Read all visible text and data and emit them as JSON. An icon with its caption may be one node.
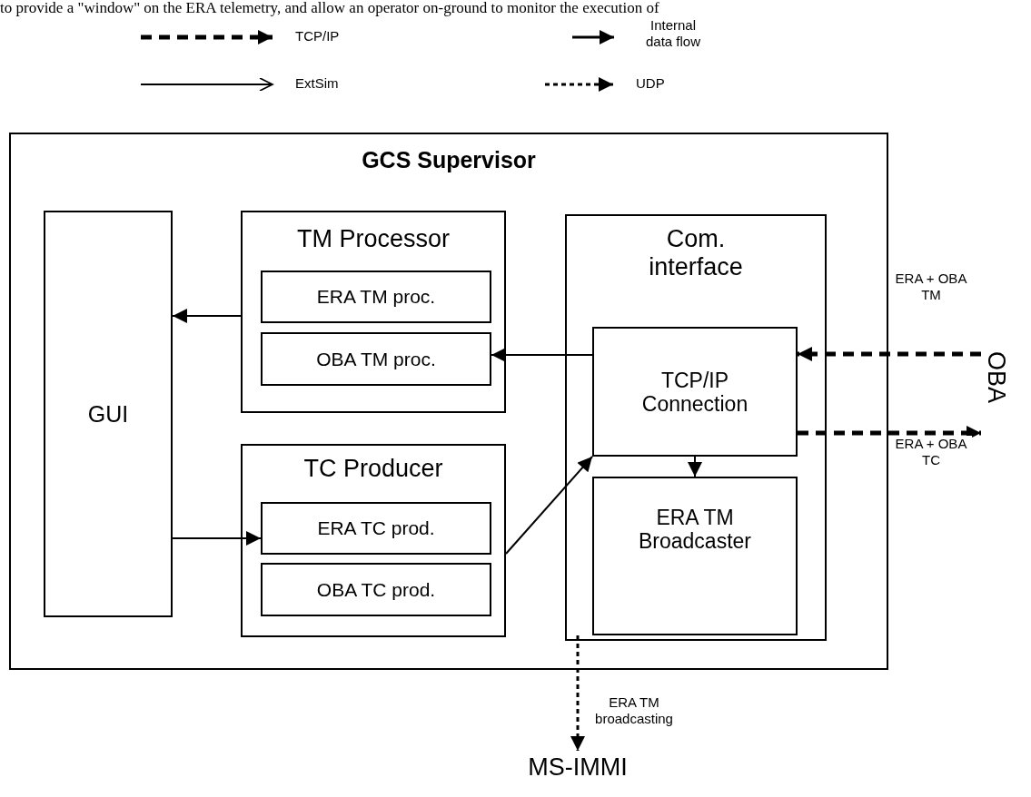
{
  "diagram": {
    "nodes": [
      {
        "text": [
          "GCS Supervisor"
        ]
      },
      {
        "text": [
          "GUI"
        ],
        "in": 0
      },
      {
        "text": [
          "TM Processor"
        ],
        "in": 0
      },
      {
        "text": [
          "ERA TM proc."
        ],
        "in": 2
      },
      {
        "text": [
          "OBA TM proc."
        ],
        "in": 2
      },
      {
        "text": [
          "TC Producer"
        ],
        "in": 0
      },
      {
        "text": [
          "ERA TC prod."
        ],
        "in": 5
      },
      {
        "text": [
          "OBA TC prod."
        ],
        "in": 5
      },
      {
        "text": [
          "Com. interface"
        ],
        "in": 0
      },
      {
        "text": [
          "TCP/IP Connection"
        ],
        "in": 8
      },
      {
        "text": [
          "ERA TM Broadcaster"
        ],
        "in": 8
      },
      {
        "text": [
          "OBA"
        ]
      },
      {
        "text": [
          "MS-IMMI"
        ]
      }
    ],
    "edges": [
      {
        "from": 2,
        "to": 1,
        "arrow": "to"
      },
      {
        "from": 9,
        "to": 4,
        "arrow": "to"
      },
      {
        "from": 1,
        "to": 6,
        "arrow": "to"
      },
      {
        "from": 5,
        "to": 9,
        "arrow": "to"
      },
      {
        "from": 9,
        "to": 10,
        "arrow": "to"
      },
      {
        "from": 11,
        "to": 9,
        "arrow": "to",
        "style": "dashed",
        "label": "ERA + OBA TM"
      },
      {
        "from": 9,
        "to": 11,
        "arrow": "to",
        "style": "dashed",
        "label": "ERA + OBA TC"
      },
      {
        "from": 10,
        "to": 12,
        "arrow": "to",
        "style": "dashed",
        "label": "ERA TM broadcasting"
      }
    ],
    "labels": [
      "to provide a \"window\" on the ERA telemetry, and allow an operator on-ground to monitor the execution of"
    ],
    "legend": [
      {
        "text": "TCP/IP"
      },
      {
        "text": "Internal data flow"
      },
      {
        "text": "ExtSim"
      },
      {
        "text": "UDP"
      }
    ]
  }
}
